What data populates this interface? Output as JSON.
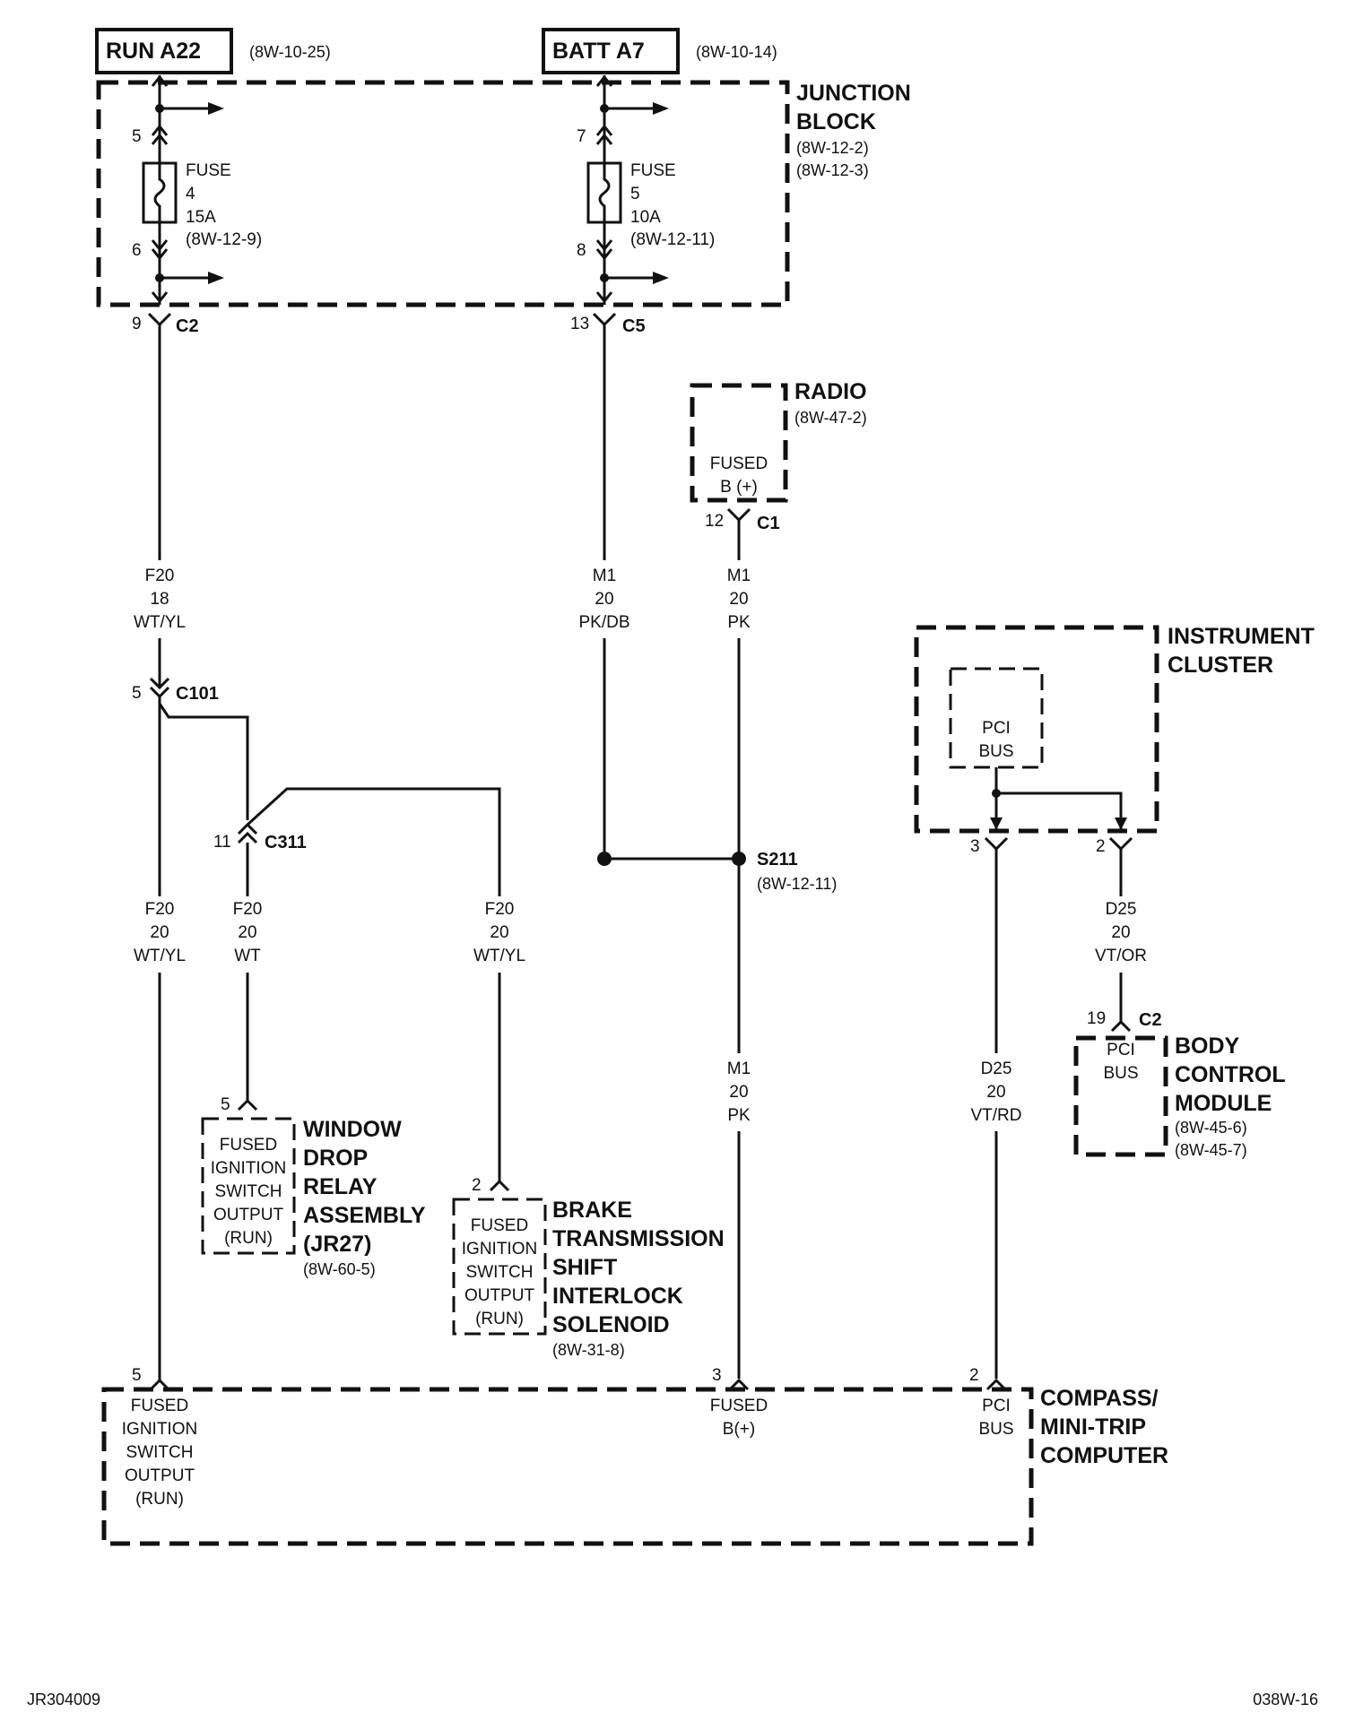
{
  "source_boxes": {
    "run_a22": "RUN A22",
    "run_ref": "(8W-10-25)",
    "batt_a7": "BATT A7",
    "batt_ref": "(8W-10-14)"
  },
  "junction_block": {
    "title1": "JUNCTION",
    "title2": "BLOCK",
    "ref1": "(8W-12-2)",
    "ref2": "(8W-12-3)"
  },
  "fuse4": {
    "pin_top": "5",
    "pin_bottom": "6",
    "label": "FUSE",
    "num": "4",
    "rating": "15A",
    "ref": "(8W-12-9)"
  },
  "fuse5": {
    "pin_top": "7",
    "pin_bottom": "8",
    "label": "FUSE",
    "num": "5",
    "rating": "10A",
    "ref": "(8W-12-11)"
  },
  "conn_c2_left": {
    "pin": "9",
    "name": "C2"
  },
  "conn_c5": {
    "pin": "13",
    "name": "C5"
  },
  "radio": {
    "title": "RADIO",
    "ref": "(8W-47-2)",
    "line1": "FUSED",
    "line2": "B (+)",
    "pin": "12",
    "conn": "C1"
  },
  "wires": {
    "f20_18": {
      "circuit": "F20",
      "gauge": "18",
      "color": "WT/YL"
    },
    "m1_pkdb": {
      "circuit": "M1",
      "gauge": "20",
      "color": "PK/DB"
    },
    "m1_pk_top": {
      "circuit": "M1",
      "gauge": "20",
      "color": "PK"
    },
    "f20_20_left": {
      "circuit": "F20",
      "gauge": "20",
      "color": "WT/YL"
    },
    "f20_20_wt": {
      "circuit": "F20",
      "gauge": "20",
      "color": "WT"
    },
    "f20_20_right": {
      "circuit": "F20",
      "gauge": "20",
      "color": "WT/YL"
    },
    "m1_pk_bottom": {
      "circuit": "M1",
      "gauge": "20",
      "color": "PK"
    },
    "d25_vtrd": {
      "circuit": "D25",
      "gauge": "20",
      "color": "VT/RD"
    },
    "d25_vtor": {
      "circuit": "D25",
      "gauge": "20",
      "color": "VT/OR"
    }
  },
  "c101": {
    "pin": "5",
    "name": "C101"
  },
  "c311": {
    "pin": "11",
    "name": "C311"
  },
  "s211": {
    "name": "S211",
    "ref": "(8W-12-11)"
  },
  "instrument_cluster": {
    "title1": "INSTRUMENT",
    "title2": "CLUSTER",
    "inner1": "PCI",
    "inner2": "BUS",
    "pin_left": "3",
    "pin_right": "2"
  },
  "bcm": {
    "pin": "19",
    "conn": "C2",
    "inner1": "PCI",
    "inner2": "BUS",
    "title1": "BODY",
    "title2": "CONTROL",
    "title3": "MODULE",
    "ref1": "(8W-45-6)",
    "ref2": "(8W-45-7)"
  },
  "window_relay": {
    "pin": "5",
    "lines": [
      "FUSED",
      "IGNITION",
      "SWITCH",
      "OUTPUT",
      "(RUN)"
    ],
    "titles": [
      "WINDOW",
      "DROP",
      "RELAY",
      "ASSEMBLY",
      "(JR27)"
    ],
    "ref": "(8W-60-5)"
  },
  "btsi": {
    "pin": "2",
    "lines": [
      "FUSED",
      "IGNITION",
      "SWITCH",
      "OUTPUT",
      "(RUN)"
    ],
    "titles": [
      "BRAKE",
      "TRANSMISSION",
      "SHIFT",
      "INTERLOCK",
      "SOLENOID"
    ],
    "ref": "(8W-31-8)"
  },
  "compass": {
    "titles": [
      "COMPASS/",
      "MINI-TRIP",
      "COMPUTER"
    ],
    "pin_left": "5",
    "left_lines": [
      "FUSED",
      "IGNITION",
      "SWITCH",
      "OUTPUT",
      "(RUN)"
    ],
    "pin_mid": "3",
    "mid_lines": [
      "FUSED",
      "B(+)"
    ],
    "pin_right": "2",
    "right_lines": [
      "PCI",
      "BUS"
    ]
  },
  "footer": {
    "left": "JR304009",
    "right": "038W-16"
  }
}
